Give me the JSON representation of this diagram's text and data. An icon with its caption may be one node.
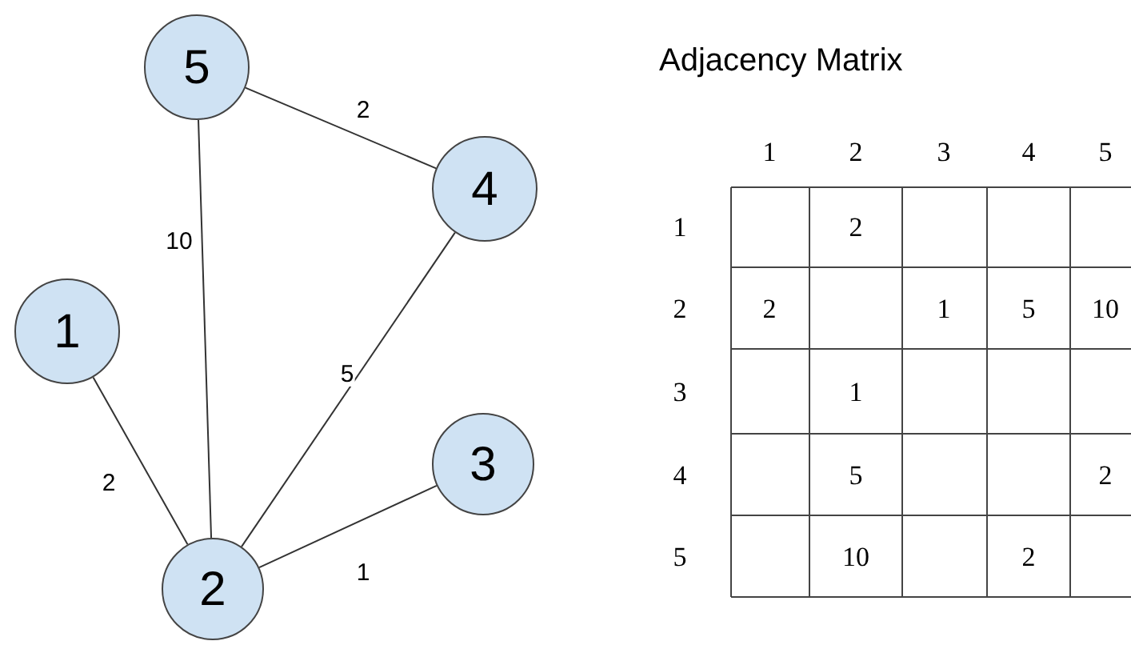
{
  "diagram": {
    "title": "Adjacency Matrix",
    "nodes": [
      {
        "text": [
          "5"
        ]
      },
      {
        "text": [
          "4"
        ]
      },
      {
        "text": [
          "1"
        ]
      },
      {
        "text": [
          "3"
        ]
      },
      {
        "text": [
          "2"
        ]
      }
    ],
    "edges": [
      {
        "from": 0,
        "to": 1,
        "arrow": "none",
        "label": "2"
      },
      {
        "from": 0,
        "to": 4,
        "arrow": "none",
        "label": "10"
      },
      {
        "from": 1,
        "to": 4,
        "arrow": "none",
        "label": "5"
      },
      {
        "from": 2,
        "to": 4,
        "arrow": "none",
        "label": "2"
      },
      {
        "from": 4,
        "to": 3,
        "arrow": "none",
        "label": "1"
      }
    ],
    "labels": [
      "1",
      "2",
      "3",
      "4",
      "5",
      "1",
      "2",
      "2",
      "2",
      "1",
      "5",
      "10",
      "3",
      "1",
      "4",
      "5",
      "2",
      "5",
      "10",
      "2"
    ]
  }
}
